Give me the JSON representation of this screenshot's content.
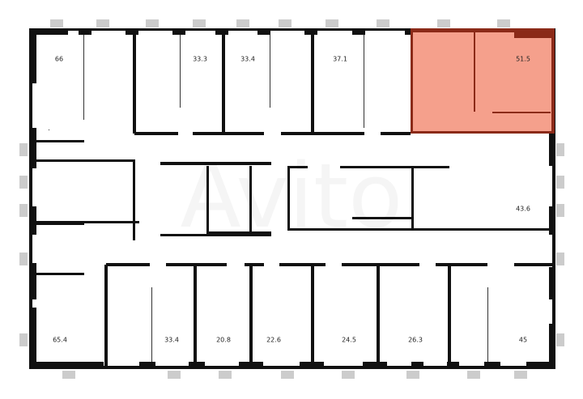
{
  "highlight_color": "#f5a08c",
  "highlight_wall_color": "#8b2a18",
  "watermark": "Avito",
  "apartments": [
    {
      "id": "apt-top-1",
      "area": "66"
    },
    {
      "id": "apt-top-2",
      "area": "33.3"
    },
    {
      "id": "apt-top-3",
      "area": "33.4"
    },
    {
      "id": "apt-top-4",
      "area": "37.1"
    },
    {
      "id": "apt-top-5",
      "area": "51.5",
      "selected": true
    },
    {
      "id": "apt-right",
      "area": "43.6"
    },
    {
      "id": "apt-bottom-1",
      "area": "65.4"
    },
    {
      "id": "apt-bottom-2",
      "area": "33.4"
    },
    {
      "id": "apt-bottom-3",
      "area": "20.8"
    },
    {
      "id": "apt-bottom-4",
      "area": "22.6"
    },
    {
      "id": "apt-bottom-5",
      "area": "24.5"
    },
    {
      "id": "apt-bottom-6",
      "area": "26.3"
    },
    {
      "id": "apt-bottom-7",
      "area": "45"
    }
  ]
}
